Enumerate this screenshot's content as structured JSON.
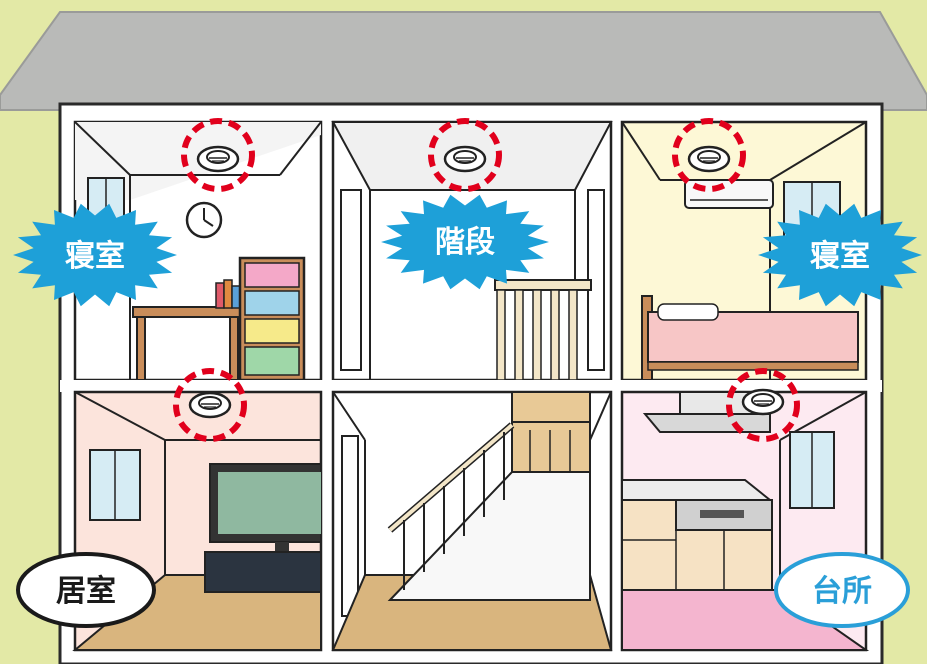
{
  "labels": {
    "bedroom_left": "寝室",
    "stairs_top": "階段",
    "bedroom_right": "寝室",
    "living_room": "居室",
    "kitchen": "台所"
  },
  "colors": {
    "background": "#e3e9a6",
    "roof": "#b9bab8",
    "detector_ring": "#e1001c",
    "burst_fill": "#1ea0d8",
    "kitchen_badge_border": "#2a9fd8",
    "living_badge_border": "#1a1a1a"
  }
}
